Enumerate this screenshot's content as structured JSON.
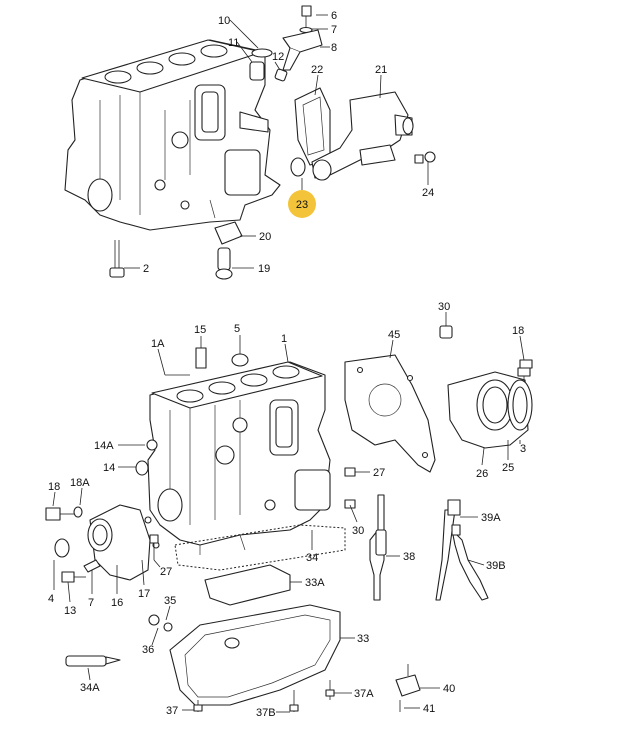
{
  "highlight": {
    "label": "23",
    "color": "#f3c43a"
  },
  "top_labels": [
    {
      "id": "10",
      "text": "10"
    },
    {
      "id": "6",
      "text": "6"
    },
    {
      "id": "7",
      "text": "7"
    },
    {
      "id": "8",
      "text": "8"
    },
    {
      "id": "11",
      "text": "11"
    },
    {
      "id": "12",
      "text": "12"
    },
    {
      "id": "22",
      "text": "22"
    },
    {
      "id": "21",
      "text": "21"
    },
    {
      "id": "24",
      "text": "24"
    },
    {
      "id": "20",
      "text": "20"
    },
    {
      "id": "2",
      "text": "2"
    },
    {
      "id": "19",
      "text": "19"
    }
  ],
  "bottom_labels": [
    {
      "id": "30t",
      "text": "30"
    },
    {
      "id": "18r",
      "text": "18"
    },
    {
      "id": "15",
      "text": "15"
    },
    {
      "id": "5",
      "text": "5"
    },
    {
      "id": "1",
      "text": "1"
    },
    {
      "id": "45",
      "text": "45"
    },
    {
      "id": "1A",
      "text": "1A"
    },
    {
      "id": "14A",
      "text": "14A"
    },
    {
      "id": "14",
      "text": "14"
    },
    {
      "id": "3",
      "text": "3"
    },
    {
      "id": "26",
      "text": "26"
    },
    {
      "id": "25",
      "text": "25"
    },
    {
      "id": "18A",
      "text": "18A"
    },
    {
      "id": "18l",
      "text": "18"
    },
    {
      "id": "27r",
      "text": "27"
    },
    {
      "id": "39A",
      "text": "39A"
    },
    {
      "id": "30m",
      "text": "30"
    },
    {
      "id": "38",
      "text": "38"
    },
    {
      "id": "39B",
      "text": "39B"
    },
    {
      "id": "34",
      "text": "34"
    },
    {
      "id": "27l",
      "text": "27"
    },
    {
      "id": "4",
      "text": "4"
    },
    {
      "id": "13",
      "text": "13"
    },
    {
      "id": "7b",
      "text": "7"
    },
    {
      "id": "16",
      "text": "16"
    },
    {
      "id": "17",
      "text": "17"
    },
    {
      "id": "33A",
      "text": "33A"
    },
    {
      "id": "35",
      "text": "35"
    },
    {
      "id": "33",
      "text": "33"
    },
    {
      "id": "36",
      "text": "36"
    },
    {
      "id": "34A",
      "text": "34A"
    },
    {
      "id": "40",
      "text": "40"
    },
    {
      "id": "37A",
      "text": "37A"
    },
    {
      "id": "37",
      "text": "37"
    },
    {
      "id": "37B",
      "text": "37B"
    },
    {
      "id": "41",
      "text": "41"
    }
  ]
}
